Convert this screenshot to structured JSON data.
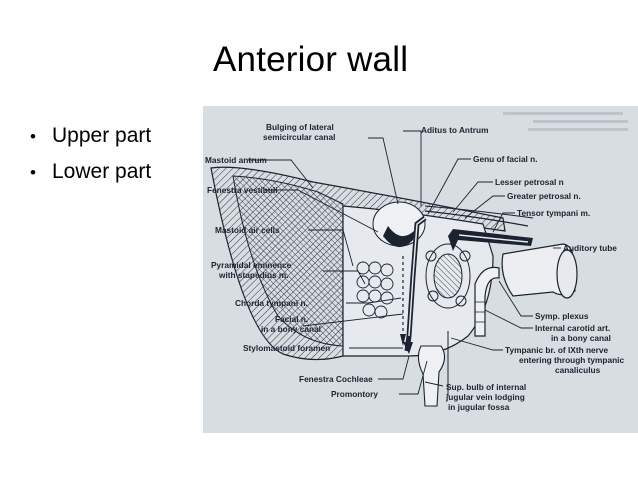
{
  "slide": {
    "title": "Anterior wall",
    "bullets": [
      "Upper part",
      "Lower part"
    ]
  },
  "figure": {
    "labels": {
      "bulging_lateral_1": "Bulging of lateral",
      "bulging_lateral_2": "semicircular canal",
      "aditus": "Aditus to Antrum",
      "mastoid_antrum": "Mastoid antrum",
      "genu": "Genu of facial n.",
      "fenestra_vestibuli": "Fenestra vestibuli",
      "lesser_petrosal": "Lesser petrosal n",
      "greater_petrosal": "Greater petrosal n.",
      "tensor": "Tensor tympani m.",
      "mastoid_air": "Mastoid air cells",
      "auditory_tube": "Auditory tube",
      "pyramidal_1": "Pyramidal eminence",
      "pyramidal_2": "with stapedius m.",
      "chorda": "Chorda tympani n.",
      "symp": "Symp. plexus",
      "facial_1": "Facial n.",
      "facial_2": "in a bony canal",
      "carotid_1": "Internal carotid art.",
      "carotid_2": "in a bony canal",
      "stylomastoid": "Stylomastoid foramen",
      "tympanic_1": "Tympanic br. of IXth nerve",
      "tympanic_2": "entering through tympanic",
      "tympanic_3": "canaliculus",
      "fenestra_cochleae": "Fenestra Cochleae",
      "promontory": "Promontory",
      "bulb_1": "Sup. bulb of internal",
      "bulb_2": "jugular vein lodging",
      "bulb_3": "in jugular fossa"
    }
  }
}
